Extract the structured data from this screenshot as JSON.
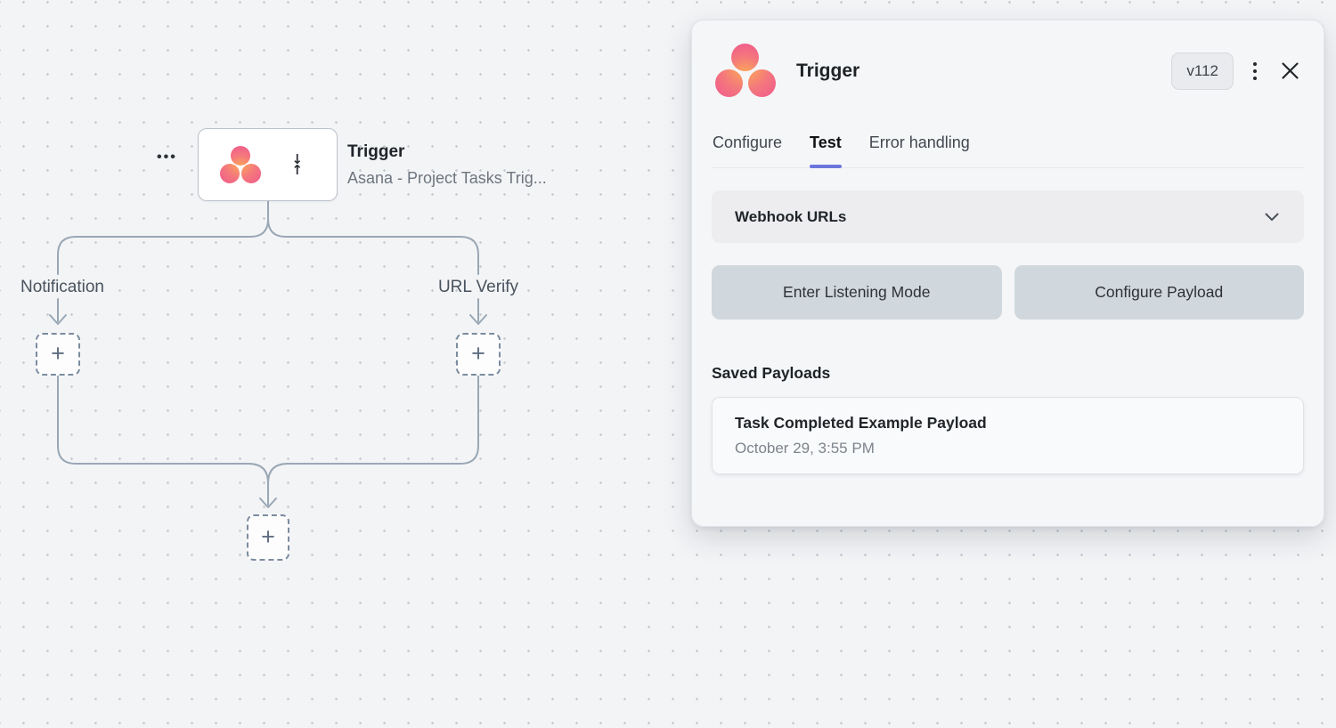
{
  "canvas": {
    "node_menu_dots": "•••",
    "trigger_node": {
      "title": "Trigger",
      "subtitle": "Asana - Project Tasks Trig...",
      "app": "Asana",
      "type_icon": "trigger-arrows-icon",
      "app_icon": "asana-logo-icon"
    },
    "branch_labels": {
      "left": "Notification",
      "right": "URL Verify"
    },
    "placeholder_plus": "+"
  },
  "panel": {
    "title": "Trigger",
    "version_badge": "v112",
    "tabs": [
      {
        "label": "Configure",
        "active": false
      },
      {
        "label": "Test",
        "active": true
      },
      {
        "label": "Error handling",
        "active": false
      }
    ],
    "webhook_section": {
      "label": "Webhook URLs",
      "state": "collapsed"
    },
    "buttons": {
      "enter_listening": "Enter Listening Mode",
      "configure_payload": "Configure Payload"
    },
    "saved_payloads": {
      "heading": "Saved Payloads",
      "items": [
        {
          "title": "Task Completed Example Payload",
          "timestamp": "October 29, 3:55 PM"
        }
      ]
    }
  },
  "colors": {
    "accent_underline": "#6b76dd",
    "asana_pink": "#ef5a8c",
    "asana_orange": "#fcae52",
    "connector": "#9aa7b5",
    "button_bg": "#d1d8dd",
    "canvas_bg": "#f3f4f6",
    "panel_bg": "#f5f6f8"
  }
}
